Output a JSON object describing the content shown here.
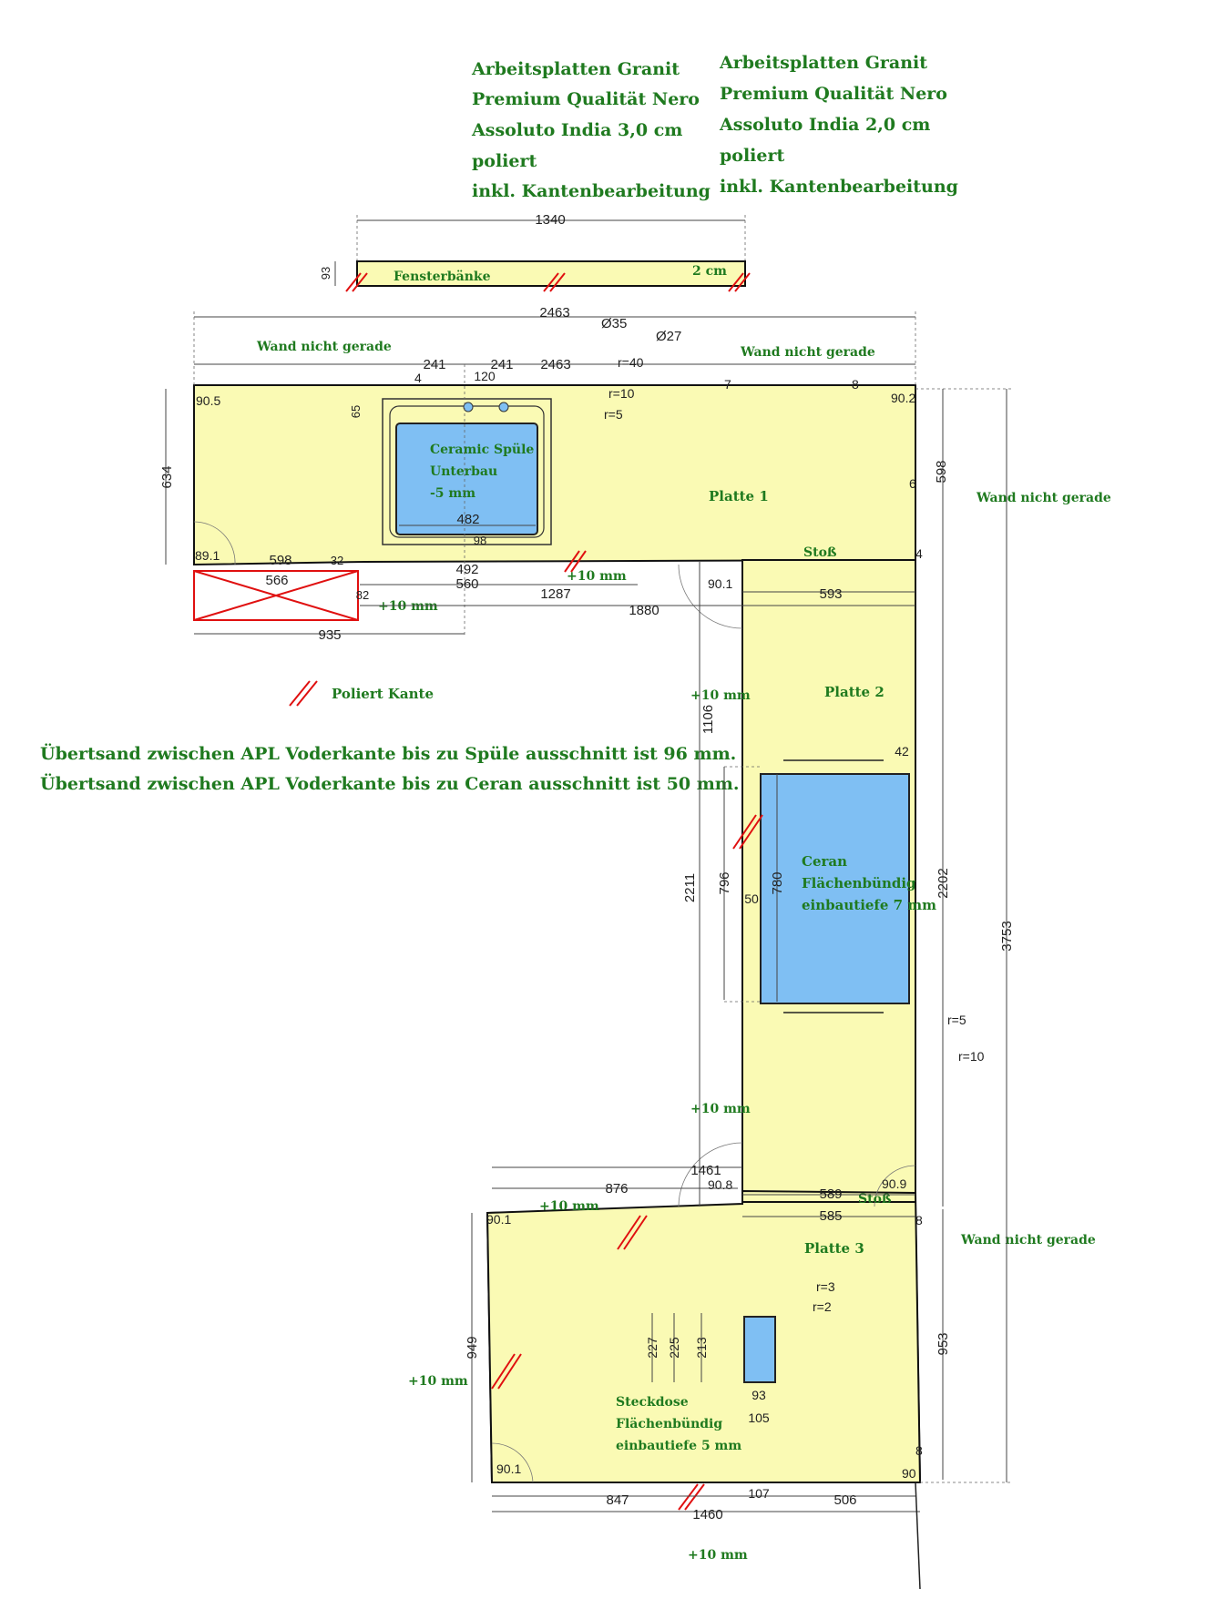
{
  "header": {
    "left_block": [
      "Arbeitsplatten Granit",
      "Premium Qualität Nero",
      "Assoluto India 3,0 cm",
      "poliert",
      "inkl. Kantenbearbeitung"
    ],
    "right_block": [
      "Arbeitsplatten Granit",
      "Premium Qualität Nero",
      "Assoluto India 2,0 cm",
      "poliert",
      "inkl. Kantenbearbeitung"
    ]
  },
  "windowsill": {
    "label": "Fensterbänke",
    "thickness": "2 cm",
    "width": "1340",
    "depth": "93"
  },
  "notes": {
    "wall_not_straight": "Wand nicht gerade",
    "polished_edge": "Poliert Kante",
    "joint": "Stoß",
    "plus10": "+10 mm",
    "sink_distance": "Übertsand zwischen APL Voderkante bis zu Spüle ausschnitt ist 96 mm.",
    "ceran_distance": "Übertsand zwischen APL Voderkante bis zu Ceran ausschnitt ist 50 mm."
  },
  "plates": {
    "p1": "Platte 1",
    "p2": "Platte 2",
    "p3": "Platte 3"
  },
  "cutouts": {
    "sink": [
      "Ceramic Spüle",
      "Unterbau",
      "-5 mm"
    ],
    "ceran": [
      "Ceran",
      "Flächenbündig",
      "einbautiefe 7 mm"
    ],
    "socket": [
      "Steckdose",
      "Flächenbündig",
      "einbautiefe 5 mm"
    ]
  },
  "dims": {
    "d2463": "2463",
    "d241": "241",
    "d120": "120",
    "phi35": "Ø35",
    "phi27": "Ø27",
    "r40": "r=40",
    "r10": "r=10",
    "r5": "r=5",
    "r3": "r=3",
    "r2": "r=2",
    "d634": "634",
    "d65": "65",
    "d4": "4",
    "d7": "7",
    "d8": "8",
    "d6": "6",
    "d598": "598",
    "d482": "482",
    "d492": "492",
    "d560": "560",
    "d566": "566",
    "d1287": "1287",
    "d1880": "1880",
    "d935": "935",
    "d32": "32",
    "d82": "82",
    "d98": "98",
    "d593": "593",
    "d1106": "1106",
    "d42": "42",
    "d2211": "2211",
    "d796": "796",
    "d780": "780",
    "d50": "50",
    "d2202": "2202",
    "d3753": "3753",
    "d1461": "1461",
    "d876": "876",
    "d589": "589",
    "d585": "585",
    "d949": "949",
    "d953": "953",
    "d227": "227",
    "d225": "225",
    "d213": "213",
    "d93": "93",
    "d105": "105",
    "d107": "107",
    "d847": "847",
    "d1460": "1460",
    "d506": "506",
    "a905": "90.5",
    "a902": "90.2",
    "a891": "89.1",
    "a901": "90.1",
    "a908": "90.8",
    "a909": "90.9",
    "a90": "90"
  }
}
